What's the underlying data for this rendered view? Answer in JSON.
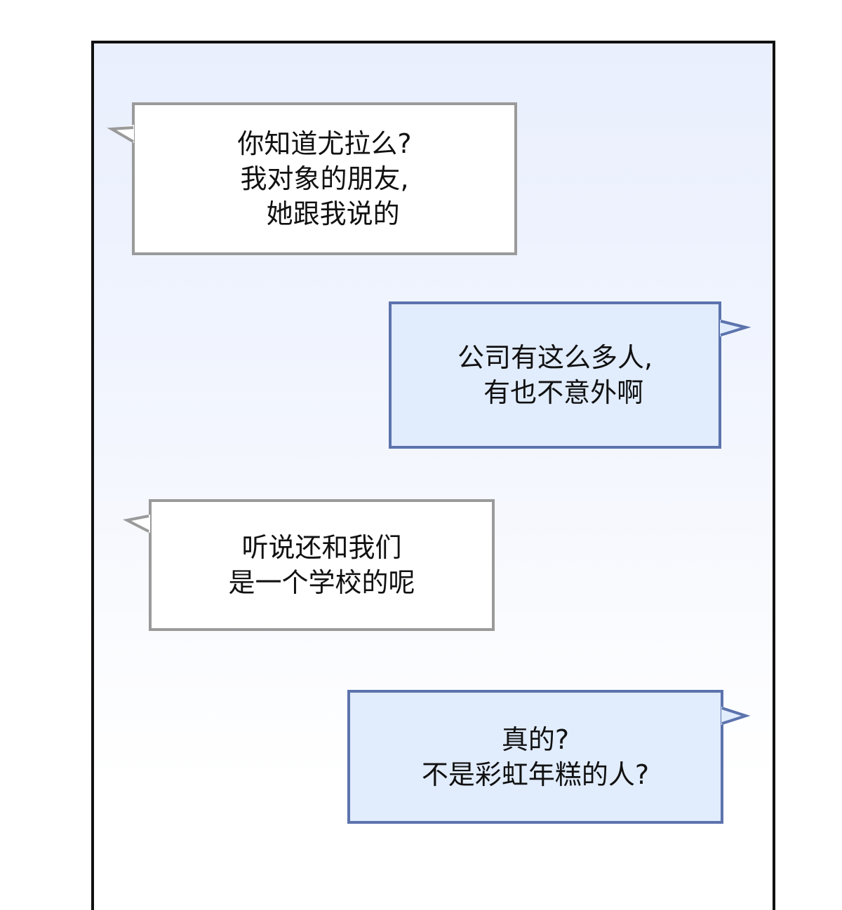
{
  "bubbles": [
    {
      "speaker": "left",
      "lines": [
        "你知道尤拉么?",
        "我对象的朋友,",
        "  她跟我说的"
      ]
    },
    {
      "speaker": "right",
      "lines": [
        "公司有这么多人,",
        "  有也不意外啊"
      ]
    },
    {
      "speaker": "left",
      "lines": [
        "听说还和我们",
        "是一个学校的呢"
      ]
    },
    {
      "speaker": "right",
      "lines": [
        "真的?",
        "不是彩虹年糕的人?"
      ]
    }
  ],
  "colors": {
    "panel_border": "#111111",
    "left_bubble_border": "#9a9a9a",
    "left_bubble_fill": "#ffffff",
    "right_bubble_border": "#5c73ad",
    "right_bubble_fill": "#e1ecfd"
  }
}
